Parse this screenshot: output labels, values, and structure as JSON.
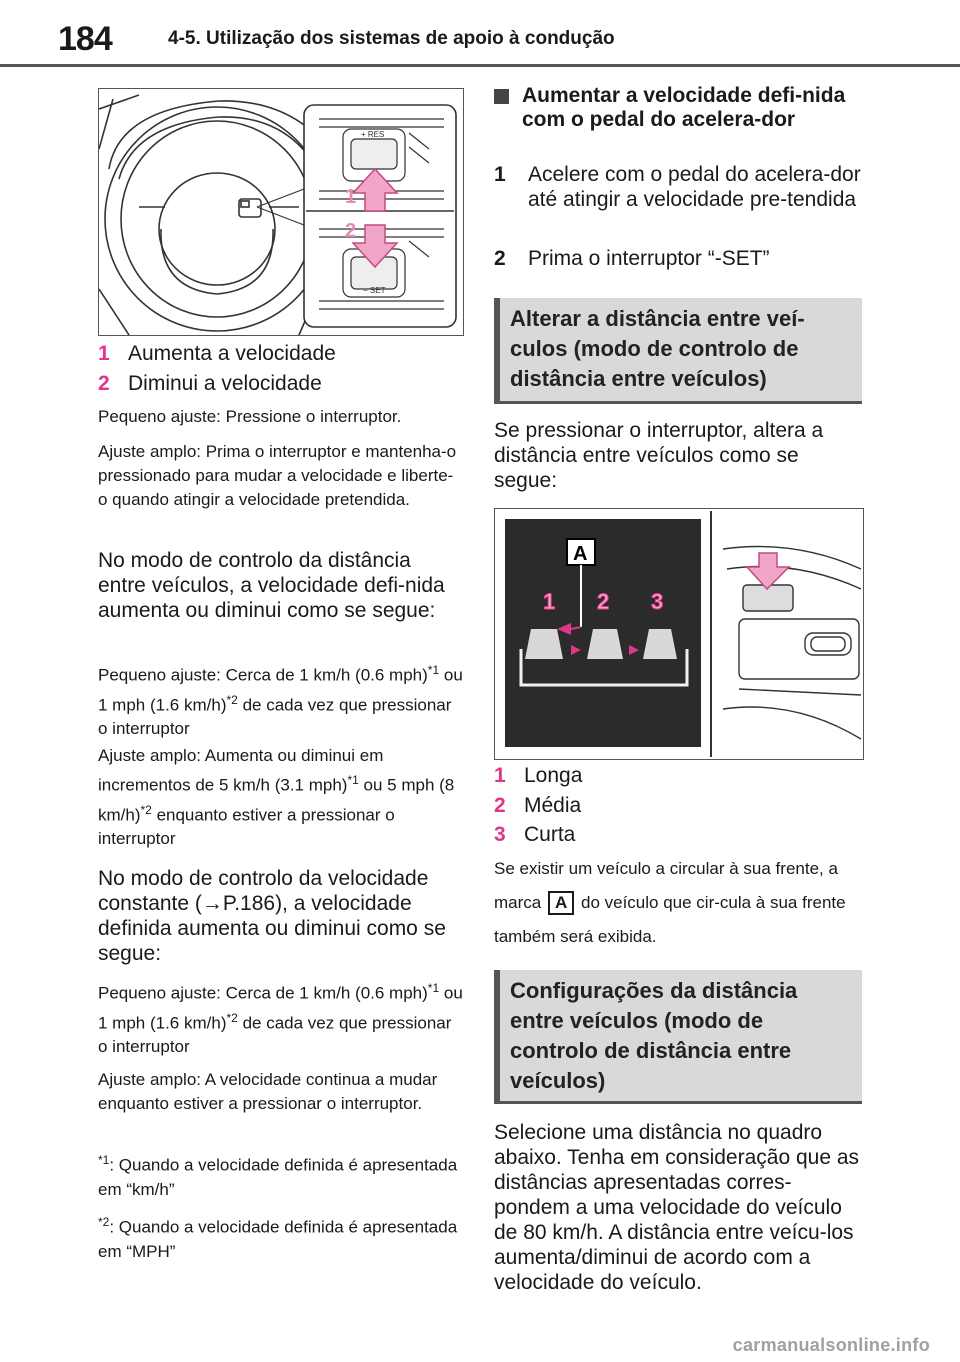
{
  "header": {
    "page_number": "184",
    "section_title": "4-5. Utilização dos sistemas de apoio à condução"
  },
  "figure_wheel": {
    "callout_1": "1",
    "callout_2": "2",
    "switch_top_label": "+ RES",
    "switch_bottom_label": "− SET"
  },
  "left": {
    "items": [
      {
        "num": "1",
        "text": "Aumenta a velocidade"
      },
      {
        "num": "2",
        "text": "Diminui a velocidade"
      }
    ],
    "p1": "Pequeno ajuste: Pressione o interruptor.",
    "p2": "Ajuste amplo: Prima o interruptor e mantenha-o pressionado para mudar a velocidade e liberte-o quando atingir a velocidade pretendida.",
    "h_distance": "No modo de controlo da distância entre veículos, a velocidade defi-nida aumenta ou diminui como se segue:",
    "p3_a": "Pequeno ajuste: Cerca de 1 km/h (0.6 mph)",
    "p3_b": " ou 1 mph (1.6 km/h)",
    "p3_c": " de cada vez que pressionar o interruptor",
    "p4_a": "Ajuste amplo: Aumenta ou diminui em incrementos de 5 km/h (3.1 mph)",
    "p4_b": " ou 5 mph (8 km/h)",
    "p4_c": " enquanto estiver a pressionar o interruptor",
    "h_constant": "No modo de controlo da velocidade constante (→P.186), a velocidade definida aumenta ou diminui como se segue:",
    "p5_a": "Pequeno ajuste: Cerca de 1 km/h (0.6 mph)",
    "p5_b": " ou 1 mph (1.6 km/h)",
    "p5_c": " de cada vez que pressionar o interruptor",
    "p6": "Ajuste amplo: A velocidade continua a mudar enquanto estiver a pressionar o interruptor.",
    "sup1": "*1",
    "sup2": "*2",
    "fn1_text": ": Quando a velocidade definida é apresentada em “km/h”",
    "fn2_text": ": Quando a velocidade definida é apresentada em “MPH”"
  },
  "right": {
    "sq_heading": "Aumentar a velocidade defi-nida com o pedal do acelera-dor",
    "steps": [
      {
        "num": "1",
        "text": "Acelere com o pedal do acelera-dor até atingir a velocidade pre-tendida"
      },
      {
        "num": "2",
        "text": "Prima o interruptor “-SET”"
      }
    ],
    "box1": "Alterar a distância entre veí-culos (modo de controlo de distância entre veículos)",
    "intro": "Se pressionar o interruptor, altera a distância entre veículos como se segue:",
    "figure": {
      "label_a": "A",
      "labels": [
        "1",
        "2",
        "3"
      ]
    },
    "items": [
      {
        "num": "1",
        "text": "Longa"
      },
      {
        "num": "2",
        "text": "Média"
      },
      {
        "num": "3",
        "text": "Curta"
      }
    ],
    "note_a": "Se existir um veículo a circular à sua frente, a marca",
    "note_mark": "A",
    "note_b": "do veículo que cir-cula à sua frente também será exibida.",
    "box2": "Configurações da distância entre veículos (modo de controlo de distância entre veículos)",
    "closing": "Selecione uma distância no quadro abaixo. Tenha em consideração que as distâncias apresentadas corres-pondem a uma velocidade do veículo de 80 km/h. A distância entre veícu-los aumenta/diminui de acordo com a velocidade do veículo."
  },
  "watermark": "carmanualsonline.info",
  "colors": {
    "accent": "#e0358a",
    "arrow_fill": "#f2a6c7",
    "heading_box": "#d9d9d9",
    "display_bg": "#2b2b2b"
  }
}
